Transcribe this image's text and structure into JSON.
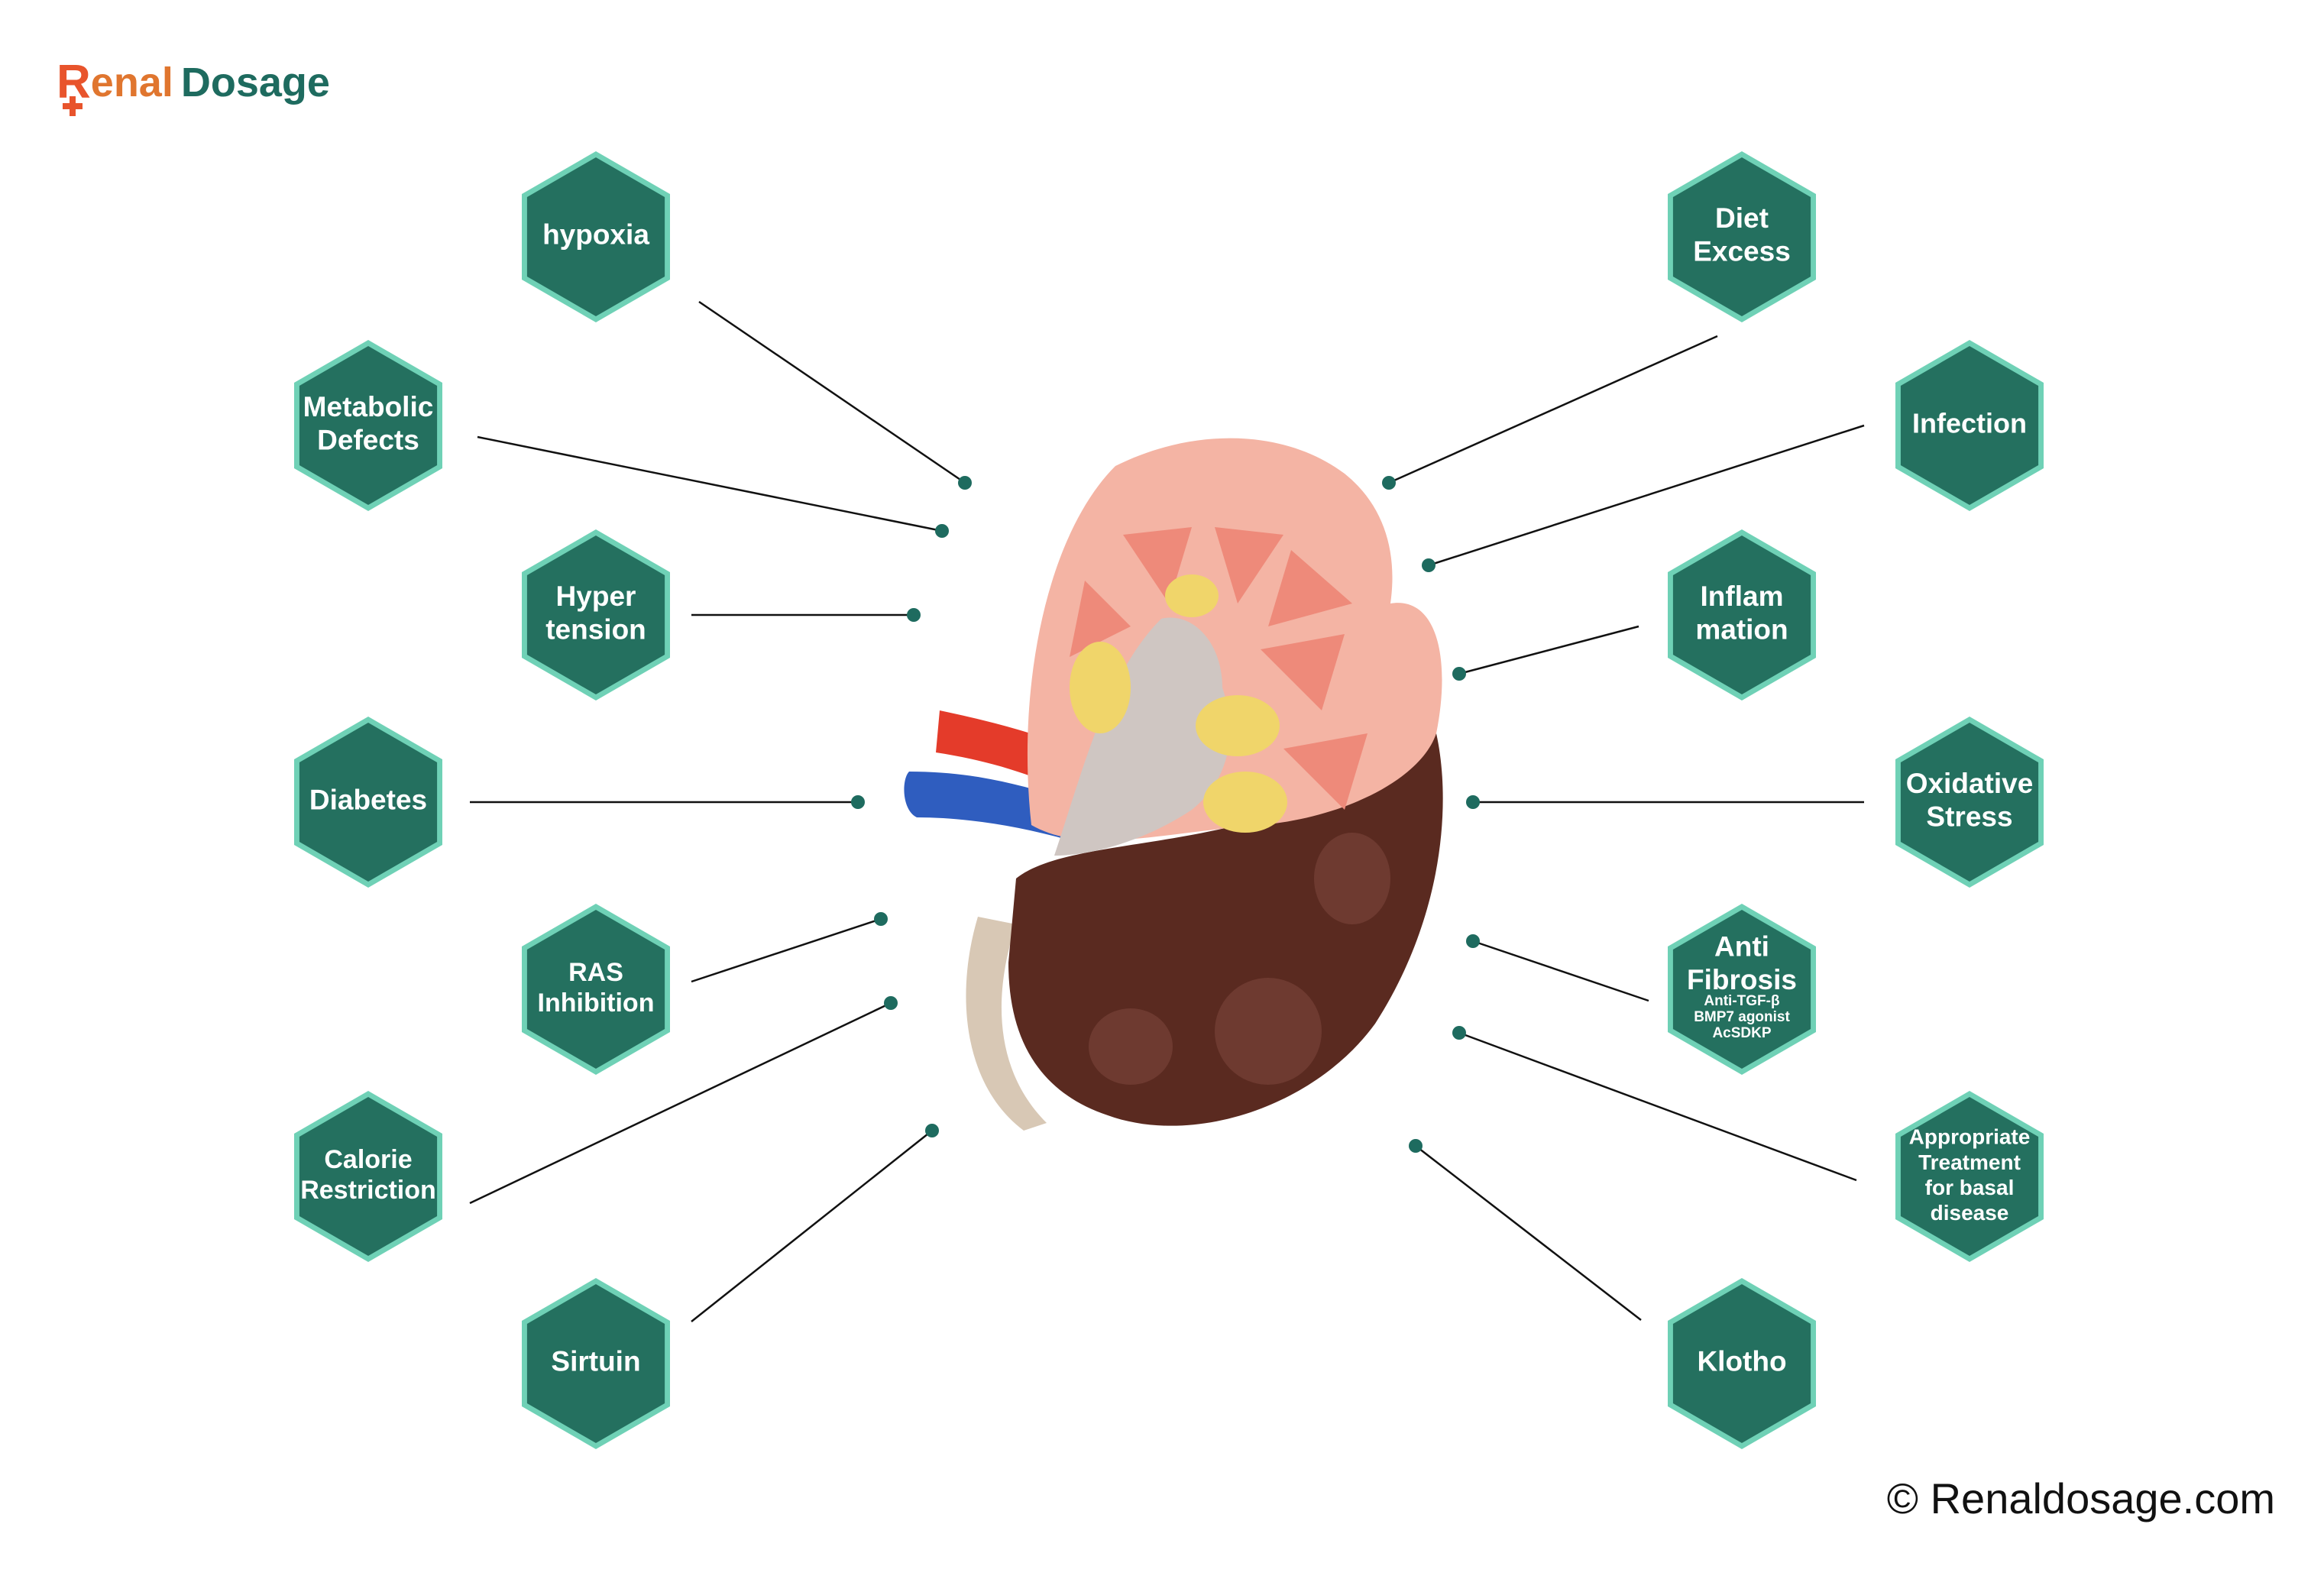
{
  "brand": {
    "logo_letter": "R",
    "logo_text_1": "enal",
    "logo_text_2": "Dosage"
  },
  "copyright": "© Renaldosage.com",
  "colors": {
    "hex_fill": "#24705f",
    "hex_border": "#6fd1b6",
    "line": "#111111",
    "dot": "#1e6b5f"
  },
  "center_image": "kidney cross-section illustration",
  "left_nodes": [
    {
      "id": "hypoxia",
      "lines": [
        "hypoxia"
      ]
    },
    {
      "id": "metabolic-defects",
      "lines": [
        "Metabolic",
        "Defects"
      ]
    },
    {
      "id": "hypertension",
      "lines": [
        "Hyper",
        "tension"
      ]
    },
    {
      "id": "diabetes",
      "lines": [
        "Diabetes"
      ]
    },
    {
      "id": "ras-inhibition",
      "lines": [
        "RAS",
        "Inhibition"
      ]
    },
    {
      "id": "calorie-restriction",
      "lines": [
        "Calorie",
        "Restriction"
      ]
    },
    {
      "id": "sirtuin",
      "lines": [
        "Sirtuin"
      ]
    }
  ],
  "right_nodes": [
    {
      "id": "diet-excess",
      "lines": [
        "Diet",
        "Excess"
      ]
    },
    {
      "id": "infection",
      "lines": [
        "Infection"
      ]
    },
    {
      "id": "inflammation",
      "lines": [
        "Inflam",
        "mation"
      ]
    },
    {
      "id": "oxidative-stress",
      "lines": [
        "Oxidative",
        "Stress"
      ]
    },
    {
      "id": "anti-fibrosis",
      "lines": [
        "Anti",
        "Fibrosis"
      ],
      "sub": [
        "Anti-TGF-β",
        "BMP7 agonist",
        "AcSDKP"
      ]
    },
    {
      "id": "appropriate-treatment",
      "lines": [
        "Appropriate",
        "Treatment",
        "for basal",
        "disease"
      ]
    },
    {
      "id": "klotho",
      "lines": [
        "Klotho"
      ]
    }
  ]
}
